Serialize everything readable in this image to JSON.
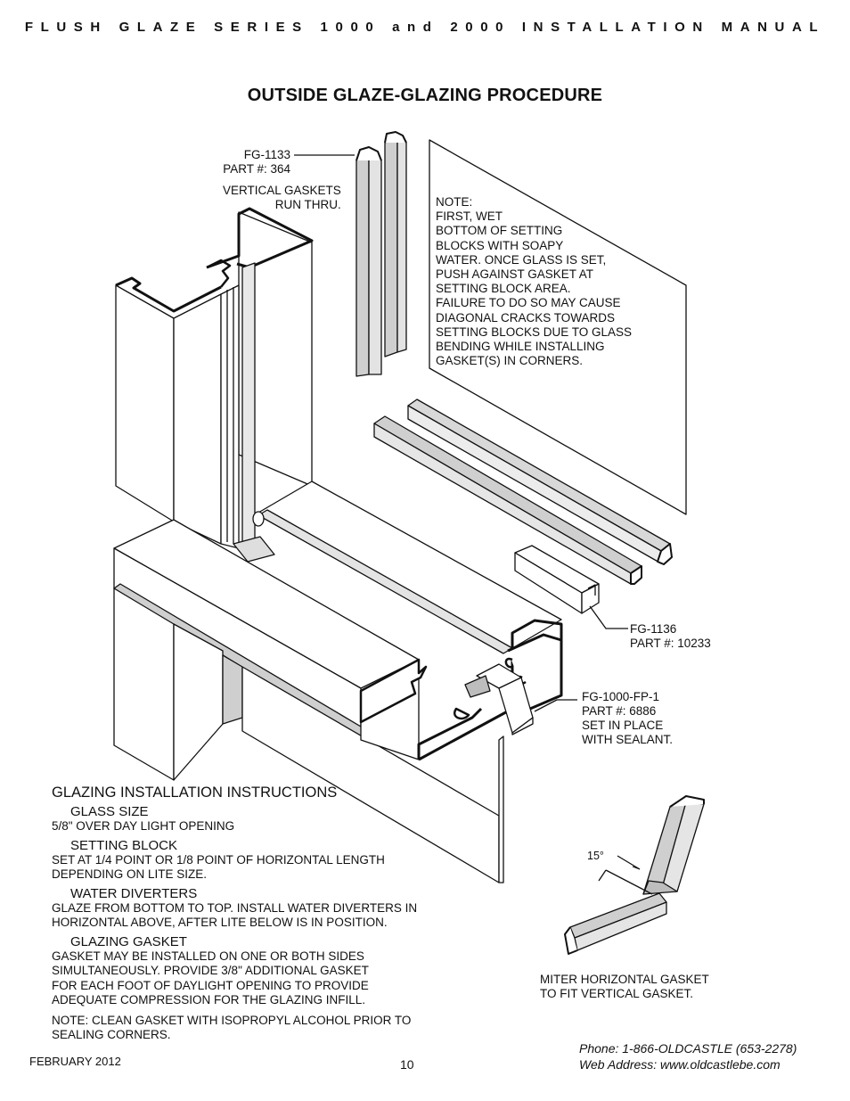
{
  "header": {
    "running_title": "FLUSH GLAZE SERIES 1000 and 2000 INSTALLATION MANUAL"
  },
  "page_title": "OUTSIDE GLAZE-GLAZING PROCEDURE",
  "callouts": {
    "fg1133": {
      "code": "FG-1133",
      "part": "PART #: 364"
    },
    "vertical_gaskets": {
      "line1": "VERTICAL GASKETS",
      "line2": "RUN THRU."
    },
    "fg1136": {
      "code": "FG-1136",
      "part": "PART #: 10233"
    },
    "fg1000": {
      "code": "FG-1000-FP-1",
      "part": "PART #: 6886",
      "line3": "SET IN PLACE",
      "line4": "WITH SEALANT."
    },
    "angle": "15°",
    "miter": {
      "line1": "MITER HORIZONTAL GASKET",
      "line2": "TO FIT VERTICAL GASKET."
    }
  },
  "note": [
    "NOTE:",
    "FIRST, WET",
    "BOTTOM OF SETTING",
    "BLOCKS WITH SOAPY",
    "WATER.  ONCE GLASS IS SET,",
    "PUSH AGAINST GASKET AT",
    "SETTING BLOCK AREA.",
    "FAILURE TO DO SO MAY CAUSE",
    "DIAGONAL CRACKS TOWARDS",
    "SETTING BLOCKS DUE TO GLASS",
    "BENDING WHILE INSTALLING",
    "GASKET(S) IN CORNERS."
  ],
  "instructions": {
    "title": "GLAZING INSTALLATION INSTRUCTIONS",
    "glass_size": {
      "heading": "GLASS SIZE",
      "body": [
        "5/8\" OVER DAY LIGHT OPENING"
      ]
    },
    "setting_block": {
      "heading": "SETTING BLOCK",
      "body": [
        "SET AT 1/4 POINT OR 1/8 POINT OF HORIZONTAL LENGTH",
        "DEPENDING ON LITE SIZE."
      ]
    },
    "water_diverters": {
      "heading": "WATER DIVERTERS",
      "body": [
        "GLAZE FROM BOTTOM TO TOP.  INSTALL WATER DIVERTERS IN",
        "HORIZONTAL ABOVE, AFTER LITE BELOW IS IN POSITION."
      ]
    },
    "glazing_gasket": {
      "heading": "GLAZING GASKET",
      "body": [
        "GASKET MAY BE INSTALLED ON ONE OR BOTH SIDES",
        "SIMULTANEOUSLY.  PROVIDE 3/8\" ADDITIONAL GASKET",
        "FOR EACH FOOT OF DAYLIGHT OPENING TO PROVIDE",
        "ADEQUATE COMPRESSION FOR THE GLAZING INFILL."
      ]
    },
    "clean_note": [
      "NOTE:  CLEAN GASKET WITH ISOPROPYL ALCOHOL PRIOR TO",
      "SEALING CORNERS."
    ]
  },
  "footer": {
    "date": "FEBRUARY 2012",
    "page_number": "10",
    "phone": "Phone: 1-866-OLDCASTLE (653-2278)",
    "web": "Web Address: www.oldcastlebe.com"
  },
  "colors": {
    "ink": "#111111",
    "gasket_gray": "#cfcfcf",
    "frame_face": "#ffffff",
    "shade": "#bdbdbd"
  }
}
